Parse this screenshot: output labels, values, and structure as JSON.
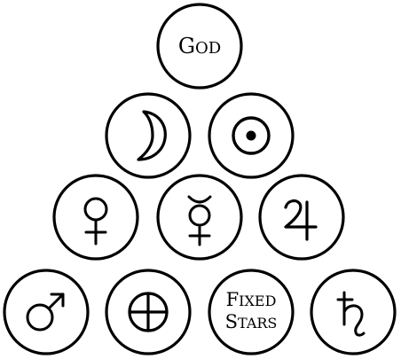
{
  "nodes": [
    {
      "id": "god",
      "kind": "text",
      "lines": [
        "God"
      ],
      "small_caps": true
    },
    {
      "id": "moon",
      "kind": "icon",
      "icon": "crescent-moon-icon"
    },
    {
      "id": "sun",
      "kind": "icon",
      "icon": "sun-circumpunct-icon"
    },
    {
      "id": "venus",
      "kind": "icon",
      "icon": "venus-icon"
    },
    {
      "id": "mercury",
      "kind": "icon",
      "icon": "mercury-icon"
    },
    {
      "id": "jupiter",
      "kind": "icon",
      "icon": "jupiter-icon"
    },
    {
      "id": "mars",
      "kind": "icon",
      "icon": "mars-icon"
    },
    {
      "id": "earth",
      "kind": "icon",
      "icon": "earth-cross-circle-icon"
    },
    {
      "id": "fixed-stars",
      "kind": "text",
      "lines": [
        "Fixed",
        "Stars"
      ],
      "small_caps": true
    },
    {
      "id": "saturn",
      "kind": "icon",
      "icon": "saturn-icon"
    }
  ],
  "colors": {
    "ink": "#000000",
    "background": "#ffffff"
  }
}
